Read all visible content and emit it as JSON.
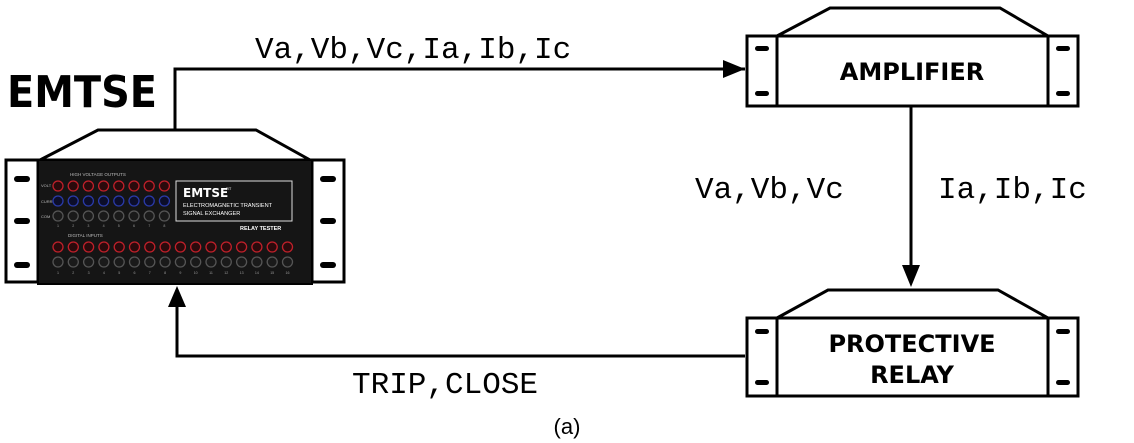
{
  "emtse": {
    "title": "EMTSE",
    "panel": {
      "section_high_voltage": "HIGH VOLTAGE OUTPUTS",
      "row_volt": "VOLT",
      "row_curr": "CURR",
      "row_com": "COM",
      "section_digital": "DIGITAL INPUTS",
      "channel_numbers_top": [
        "1",
        "2",
        "3",
        "4",
        "5",
        "6",
        "7",
        "8"
      ],
      "channel_numbers_bottom": [
        "1",
        "2",
        "3",
        "4",
        "5",
        "6",
        "7",
        "8",
        "9",
        "10",
        "11",
        "12",
        "13",
        "14",
        "15",
        "16"
      ],
      "display_brand": "EMTSE",
      "display_superscript": "RT",
      "display_line1": "ELECTROMAGNETIC TRANSIENT",
      "display_line2": "SIGNAL EXCHANGER",
      "display_footer": "RELAY TESTER"
    }
  },
  "amplifier": {
    "label": "AMPLIFIER"
  },
  "relay": {
    "label_line1": "PROTECTIVE",
    "label_line2": "RELAY"
  },
  "signals": {
    "top": "Va,Vb,Vc,Ia,Ib,Ic",
    "mid_left": "Va,Vb,Vc",
    "mid_right": "Ia,Ib,Ic",
    "bottom": "TRIP,CLOSE"
  },
  "caption": "(a)",
  "colors": {
    "red_jack": "#c0202a",
    "blue_jack": "#2a3aa8",
    "panel": "#151515"
  }
}
